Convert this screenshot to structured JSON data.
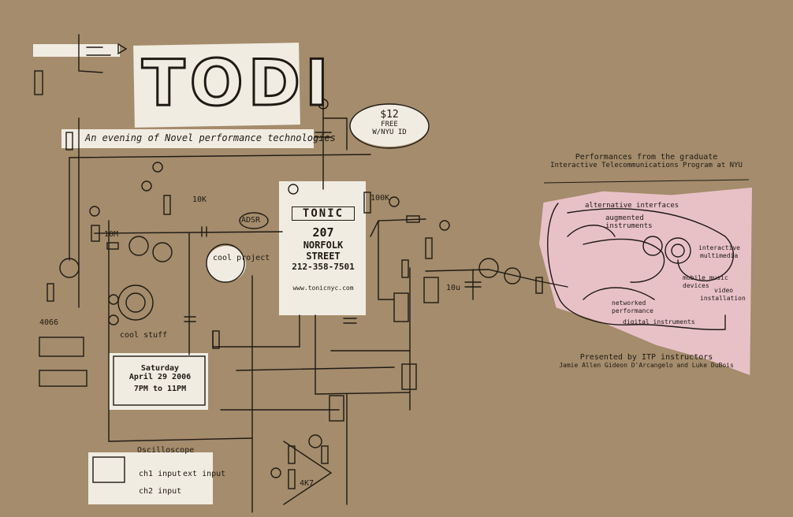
{
  "colors": {
    "paper": "#a48c6c",
    "ink": "#1f1a14",
    "chalk": "#f1ece2",
    "pink": "#e8c1c7"
  },
  "title": "TODI",
  "tagline": "An evening of Novel performance technologies",
  "price": {
    "line1": "$12",
    "line2": "FREE",
    "line3": "W/NYU ID"
  },
  "venue": {
    "name": "TONIC",
    "line1": "207",
    "line2": "NORFOLK",
    "line3": "STREET",
    "phone": "212-358-7501",
    "url": "www.tonicnyc.com"
  },
  "date": {
    "line1": "Saturday",
    "line2": "April 29 2006",
    "line3": "7PM to 11PM"
  },
  "right_heading": {
    "line1": "Performances from the graduate",
    "line2": "Interactive Telecommunications Program at NYU"
  },
  "ear_labels": {
    "alt": "alternative interfaces",
    "aug1": "augmented",
    "aug2": "instruments",
    "inter1": "interactive",
    "inter2": "multimedia",
    "mob1": "mobile music",
    "mob2": "devices",
    "vid1": "video",
    "vid2": "installation",
    "net1": "networked",
    "net2": "performance",
    "dig": "digital instruments"
  },
  "credits": {
    "line1": "Presented by ITP instructors",
    "line2": "Jamie Allen Gideon D'Arcangelo and Luke DuBois"
  },
  "component_labels": {
    "adsr": "ADSR",
    "cool_project": "cool project",
    "cool_stuff": "cool stuff",
    "oscilloscope": "Oscilloscope",
    "ch1": "ch1 input",
    "ch2": "ch2 input",
    "ext": "ext input",
    "chip": "4066",
    "r100k": "100K",
    "r10k": "10K",
    "c10u": "10u",
    "r4k7": "4K7",
    "r10m": "10M"
  }
}
